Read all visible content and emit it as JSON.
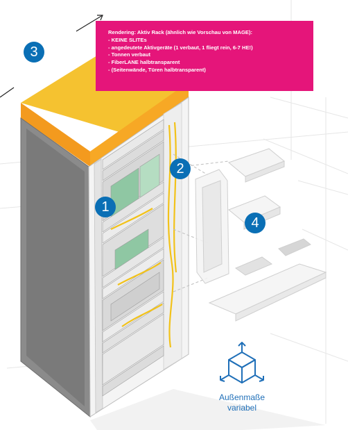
{
  "note": {
    "lines": [
      "Rendering: Aktiv Rack (ähnlich wie Vorschau von MAGE):",
      "- KEINE SLITEs",
      "- angedeutete Aktivgeräte (1 verbaut, 1 fliegt rein, 6-7 HE!)",
      "- Tonnen verbaut",
      "- FiberLANE halbtransparent",
      "- (Seitenwände, Türen halbtransparent)"
    ],
    "background": "#e5157a"
  },
  "badges": [
    "1",
    "2",
    "3",
    "4"
  ],
  "badge_color": "#0a6fb5",
  "dimensions_label": [
    "Außenmaße",
    "variabel"
  ],
  "dimensions_icon": "cube-with-axes-icon",
  "colors": {
    "rack_top": "#f5c230",
    "rack_top_front": "#f39a1e",
    "side_panel": "#8a8a8a",
    "fiber": "#f2c21a",
    "accent_blue": "#1f6fb8"
  }
}
